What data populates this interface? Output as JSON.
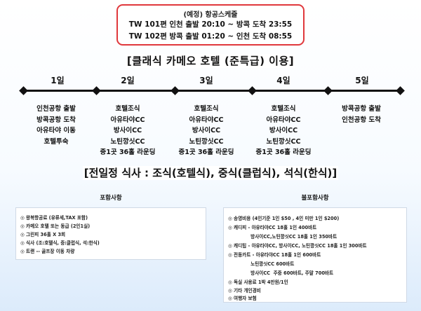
{
  "flight": {
    "title": "(예정) 항공스케줄",
    "lines": [
      "TW 101편 인천 출발 20:10 ~ 방콕 도착 23:55",
      "TW 102편 방콕 출발 01:20 ~ 인천 도착 08:55"
    ]
  },
  "title": "[클래식 카메오 호텔 (준특급) 이용]",
  "days": [
    {
      "label": "1일",
      "items": [
        "인천공항 출발",
        "방콕공항 도착",
        "아유타야 이동",
        "호텔투숙"
      ]
    },
    {
      "label": "2일",
      "items": [
        "호텔조식",
        "아유타야CC",
        "방사이CC",
        "노틴깡싯CC",
        "중1곳 36홀 라운딩"
      ]
    },
    {
      "label": "3일",
      "items": [
        "호텔조식",
        "아유타야CC",
        "방사이CC",
        "노틴깡싯CC",
        "중1곳 36홀 라운딩"
      ]
    },
    {
      "label": "4일",
      "items": [
        "호텔조식",
        "아유타야CC",
        "방사이CC",
        "노틴깡싯CC",
        "중1곳 36홀 라운딩"
      ]
    },
    {
      "label": "5일",
      "items": [
        "방콕공항 출발",
        "인천공항 도착"
      ]
    }
  ],
  "meal": "[전일정 식사 : 조식(호텔식), 중식(클럽식), 석식(한식)]",
  "included": {
    "heading": "포함사항",
    "items": [
      "◎ 왕복항공료 (유류세,TAX 포함)",
      "◎ 카메오 호텔 또는 동급 (2인1실)",
      "◎ 그린피 36홀 X 3회",
      "◎ 식사 (조:호텔식, 중:클럽식, 석:한식)",
      "◎ 트랜 -- 골프장 이동 차량"
    ]
  },
  "excluded": {
    "heading": "불포함사항",
    "items": [
      "◎ 송영비용 (4인기준 1인 $50 , 4인 미만 1인 $200)",
      "◎ 캐디피  - 아유타야CC 18홀 1인 400바트",
      "              방사이CC,노틴깡싯CC 18홀 1인 350바트",
      "◎ 캐디팁  - 아유타야CC, 방사이CC, 노틴깡싯CC 18홀 1인 300바트",
      "◎ 전동카트  - 아유타야CC 18홀 1인 600바트",
      "              노틴깡싯CC 600바트",
      "              방사이CC  주중 600바트, 주말 700바트",
      "◎ 독실 사용료 1박 4만원/1인",
      "◎ 기타 개인경비",
      "◎ 여행자 보험"
    ]
  }
}
